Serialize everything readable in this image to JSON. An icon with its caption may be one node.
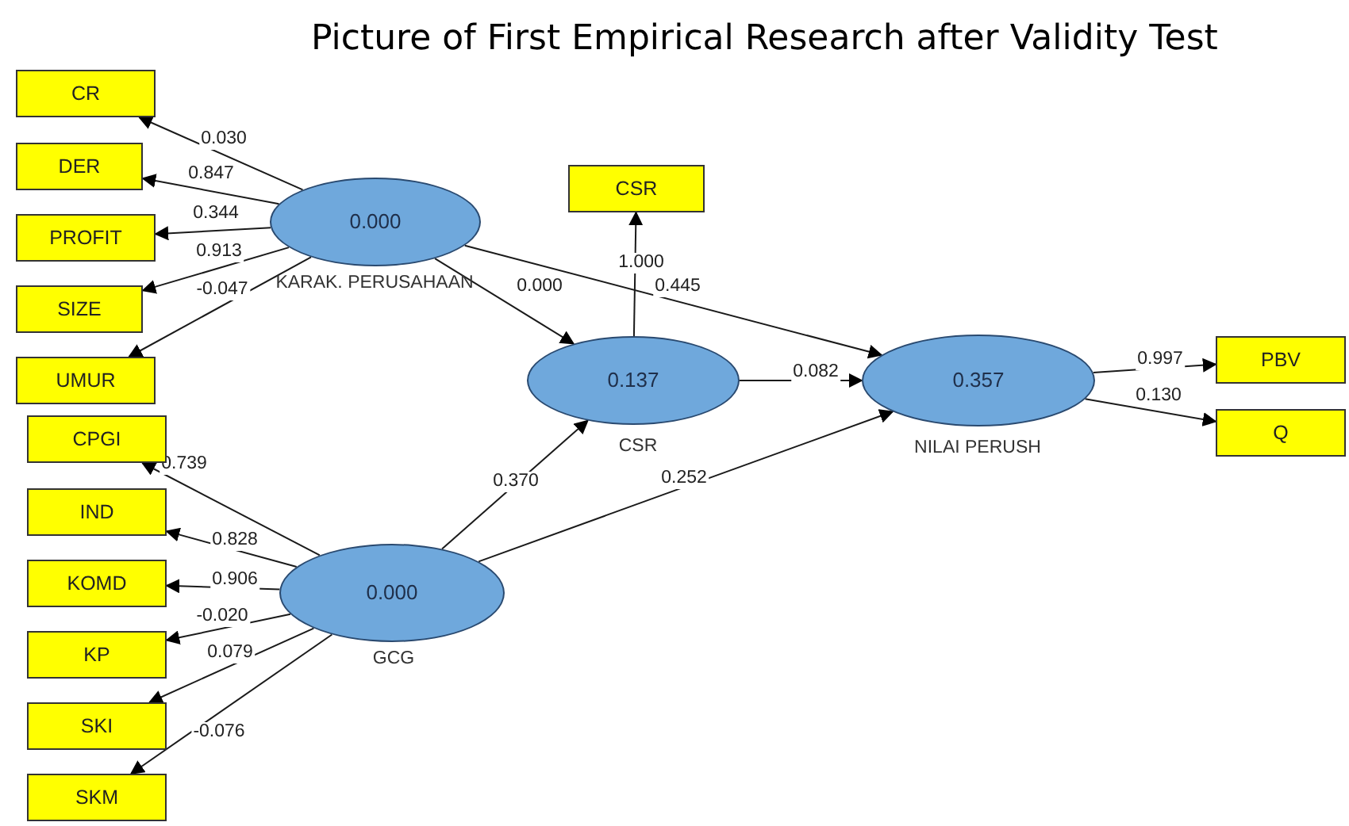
{
  "diagram": {
    "title": "Picture of First Empirical Research after Validity Test",
    "nodes": [
      {
        "text": [
          "CR"
        ]
      },
      {
        "text": [
          "DER"
        ]
      },
      {
        "text": [
          "PROFIT"
        ]
      },
      {
        "text": [
          "SIZE"
        ]
      },
      {
        "text": [
          "UMUR"
        ]
      },
      {
        "text": [
          "0.000"
        ],
        "beside": [
          "KARAK. PERUSAHAAN"
        ]
      },
      {
        "text": [
          "CSR"
        ]
      },
      {
        "text": [
          "0.137"
        ],
        "beside": [
          "CSR"
        ]
      },
      {
        "text": [
          "0.357"
        ],
        "beside": [
          "NILAI PERUSH"
        ]
      },
      {
        "text": [
          "PBV"
        ]
      },
      {
        "text": [
          "Q"
        ]
      },
      {
        "text": [
          "CPGI"
        ]
      },
      {
        "text": [
          "IND"
        ]
      },
      {
        "text": [
          "KOMD"
        ]
      },
      {
        "text": [
          "KP"
        ]
      },
      {
        "text": [
          "SKI"
        ]
      },
      {
        "text": [
          "SKM"
        ]
      },
      {
        "text": [
          "0.000"
        ],
        "beside": [
          "GCG"
        ]
      }
    ],
    "edges": [
      {
        "from": 5,
        "to": 0,
        "arrow": "to",
        "label": "0.030"
      },
      {
        "from": 5,
        "to": 1,
        "arrow": "to",
        "label": "0.847"
      },
      {
        "from": 5,
        "to": 2,
        "arrow": "to",
        "label": "0.344"
      },
      {
        "from": 5,
        "to": 3,
        "arrow": "to",
        "label": "0.913"
      },
      {
        "from": 5,
        "to": 4,
        "arrow": "to",
        "label": "-0.047"
      },
      {
        "from": 5,
        "to": 7,
        "arrow": "to",
        "label": "0.000"
      },
      {
        "from": 5,
        "to": 8,
        "arrow": "to",
        "label": "0.445"
      },
      {
        "from": 7,
        "to": 6,
        "arrow": "to",
        "label": "1.000"
      },
      {
        "from": 7,
        "to": 8,
        "arrow": "to",
        "label": "0.082"
      },
      {
        "from": 8,
        "to": 9,
        "arrow": "to",
        "label": "0.997"
      },
      {
        "from": 8,
        "to": 10,
        "arrow": "to",
        "label": "0.130"
      },
      {
        "from": 17,
        "to": 11,
        "arrow": "to",
        "label": "0.739"
      },
      {
        "from": 17,
        "to": 12,
        "arrow": "to",
        "label": "0.828"
      },
      {
        "from": 17,
        "to": 13,
        "arrow": "to",
        "label": "0.906"
      },
      {
        "from": 17,
        "to": 14,
        "arrow": "to",
        "label": "-0.020"
      },
      {
        "from": 17,
        "to": 15,
        "arrow": "to",
        "label": "0.079"
      },
      {
        "from": 17,
        "to": 16,
        "arrow": "to",
        "label": "-0.076"
      },
      {
        "from": 17,
        "to": 7,
        "arrow": "to",
        "label": "0.370"
      },
      {
        "from": 17,
        "to": 8,
        "arrow": "to",
        "label": "0.252"
      }
    ]
  }
}
